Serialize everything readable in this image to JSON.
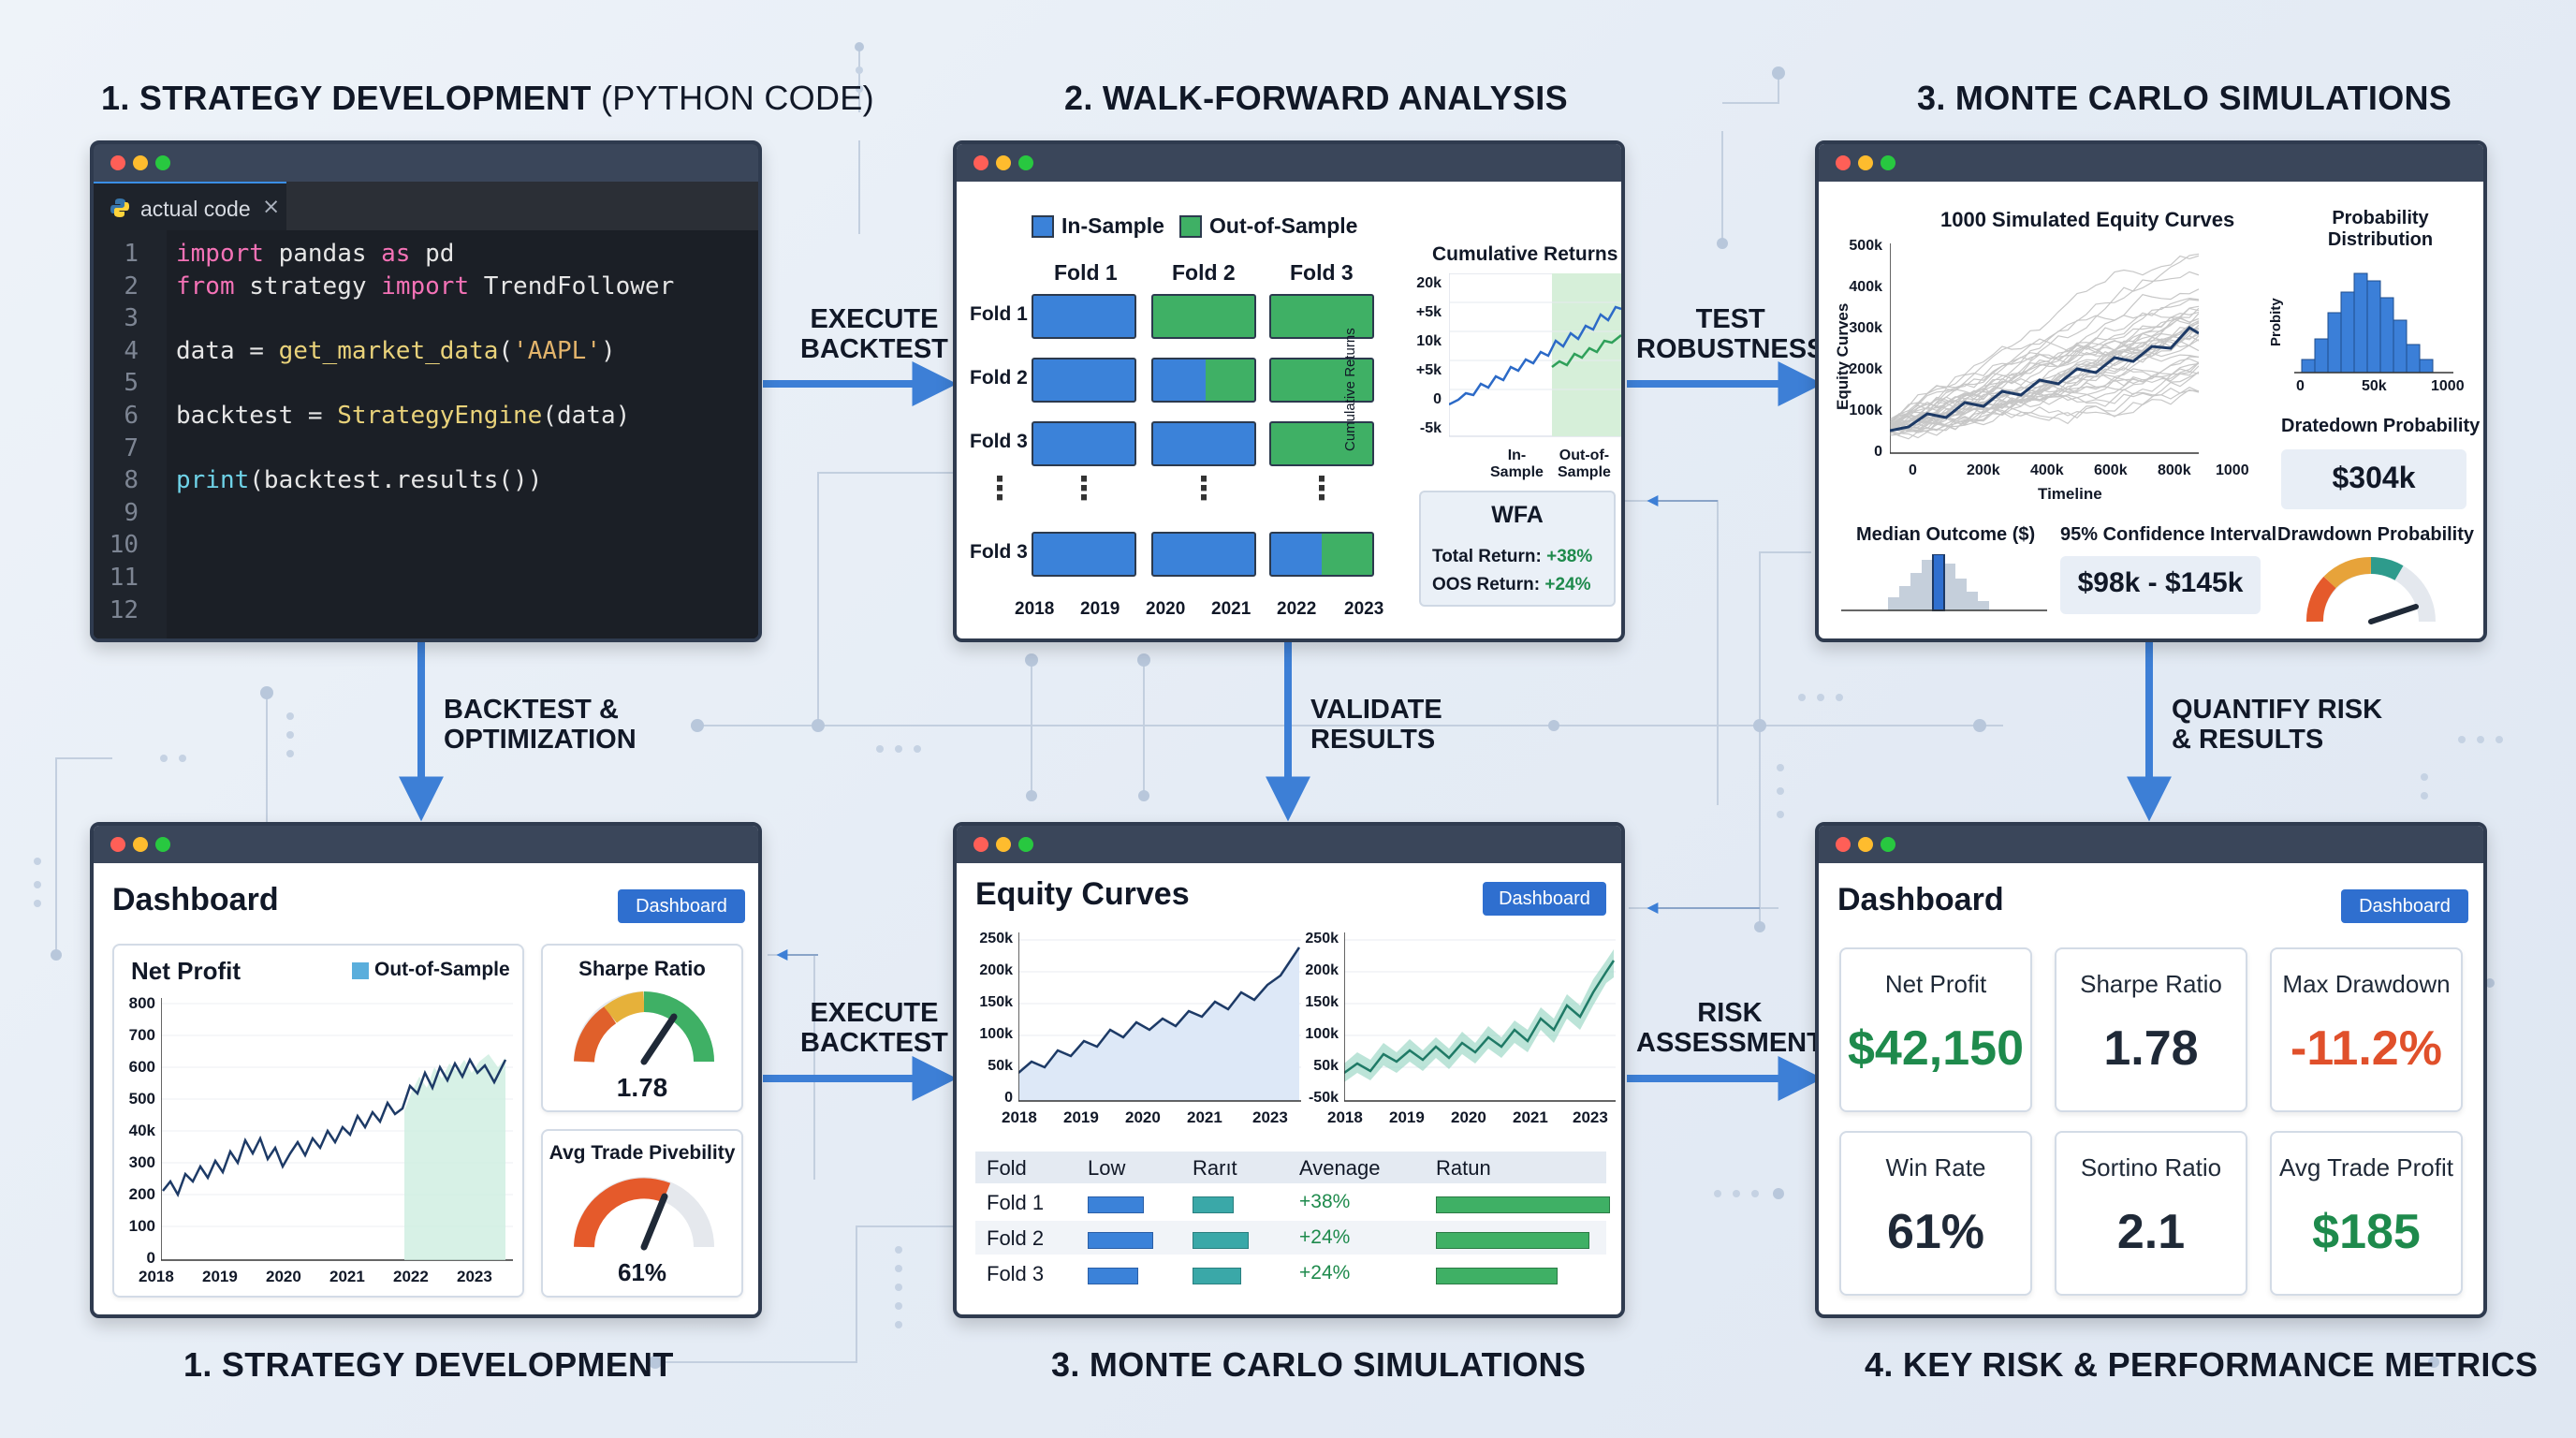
{
  "titles": {
    "s1_bold": "1. STRATEGY DEVELOPMENT",
    "s1_light": "(PYTHON CODE)",
    "s2": "2. WALK-FORWARD ANALYSIS",
    "s3": "3. MONTE CARLO SIMULATIONS",
    "b1": "1. STRATEGY DEVELOPMENT",
    "b2": "3. MONTE CARLO SIMULATIONS",
    "b3": "4. KEY RISK & PERFORMANCE METRICS"
  },
  "arrows": {
    "a1": [
      "EXECUTE",
      "BACKTEST"
    ],
    "a2": [
      "TEST",
      "ROBUSTNESS"
    ],
    "a3": [
      "BACKTEST &",
      "OPTIMIZATION"
    ],
    "a4": [
      "VALIDATE",
      "RESULTS"
    ],
    "a5": [
      "QUANTIFY RISK",
      "& RESULTS"
    ],
    "a6": [
      "EXECUTE",
      "BACKTEST"
    ],
    "a7": [
      "RISK",
      "ASSESSMENT"
    ]
  },
  "code": {
    "tab": "actual code",
    "tab_close": "×",
    "line_numbers": [
      "1",
      "2",
      "3",
      "4",
      "5",
      "6",
      "7",
      "8",
      "9",
      "10",
      "11",
      "12"
    ],
    "tokens": {
      "l1": [
        "import",
        " pandas ",
        "as",
        " pd"
      ],
      "l2": [
        "from",
        " strategy ",
        "import",
        " TrendFollower"
      ],
      "l4": [
        "data = ",
        "get_market_data",
        "(",
        "'AAPL'",
        ")"
      ],
      "l6": [
        "backtest = ",
        "StrategyEngine",
        "(data)"
      ],
      "l8": [
        "print",
        "(backtest.results())"
      ]
    }
  },
  "wfa": {
    "legend_in": "In-Sample",
    "legend_oos": "Out-of-Sample",
    "fold_headers": [
      "Fold 1",
      "Fold 2",
      "Fold 3"
    ],
    "row_labels": [
      "Fold 1",
      "Fold 2",
      "Fold 3",
      "Fold 3"
    ],
    "dots": "⋮",
    "years": [
      "2018",
      "2019",
      "2020",
      "2021",
      "2022",
      "2023"
    ],
    "cum_title": "Cumulative Returns",
    "cum_ylabel": "Cumulative Returns",
    "cum_yticks": [
      "20k",
      "+5k",
      "10k",
      "+5k",
      "0",
      "-5k"
    ],
    "cum_xl1": [
      "In-",
      "Sample"
    ],
    "cum_xl2": [
      "Out-of-",
      "Sample"
    ],
    "box_title": "WFA",
    "total_label": "Total Return:",
    "total_value": "+38%",
    "oos_label": "OOS Return:",
    "oos_value": "+24%"
  },
  "mc": {
    "title": "1000 Simulated Equity Curves",
    "ylabel": "Equity Curves",
    "yticks": [
      "500k",
      "400k",
      "300k",
      "200k",
      "100k",
      "0"
    ],
    "xticks": [
      "0",
      "200k",
      "400k",
      "600k",
      "800k",
      "1000"
    ],
    "xlabel": "Timeline",
    "prob_title": [
      "Probability",
      "Distribution"
    ],
    "prob_ylabel": "Probity",
    "prob_xticks": [
      "0",
      "50k",
      "1000"
    ],
    "dd_title": "Dratedown Probability",
    "dd_value": "$304k",
    "median_title": "Median Outcome ($)",
    "ci_title": "95% Confidence Interval",
    "ci_value": "$98k - $145k",
    "dd2_title": "Drawdown Probability"
  },
  "dash1": {
    "title": "Dashboard",
    "badge": "Dashboard",
    "np_title": "Net Profit",
    "np_legend": "Out-of-Sample",
    "np_yticks": [
      "800",
      "700",
      "600",
      "500",
      "40k",
      "300",
      "200",
      "100",
      "0"
    ],
    "np_xticks": [
      "2018",
      "2019",
      "2020",
      "2021",
      "2022",
      "2023"
    ],
    "sharpe_title": "Sharpe Ratio",
    "sharpe_value": "1.78",
    "avg_title": "Avg Trade Pivebility",
    "avg_value": "61%"
  },
  "equity": {
    "title": "Equity Curves",
    "badge": "Dashboard",
    "yticks1": [
      "250k",
      "200k",
      "150k",
      "100k",
      "50k",
      "0"
    ],
    "yticks2": [
      "250k",
      "200k",
      "150k",
      "100k",
      "50k",
      "-50k"
    ],
    "xticks": [
      "2018",
      "2019",
      "2020",
      "2021",
      "2023"
    ],
    "table_headers": [
      "Fold",
      "Low",
      "Rarıt",
      "Avenage",
      "Ratun"
    ],
    "rows": [
      {
        "fold": "Fold 1",
        "avg": "+38%"
      },
      {
        "fold": "Fold 2",
        "avg": "+24%"
      },
      {
        "fold": "Fold 3",
        "avg": "+24%"
      }
    ]
  },
  "dash2": {
    "title": "Dashboard",
    "badge": "Dashboard",
    "metrics": [
      {
        "label": "Net Profit",
        "value": "$42,150"
      },
      {
        "label": "Sharpe Ratio",
        "value": "1.78"
      },
      {
        "label": "Max Drawdown",
        "value": "-11.2%"
      },
      {
        "label": "Win Rate",
        "value": "61%"
      },
      {
        "label": "Sortino Ratio",
        "value": "2.1"
      },
      {
        "label": "Avg Trade Profit",
        "value": "$185"
      }
    ]
  },
  "colors": {
    "accent_arrow": "#3d7fd6",
    "in_sample": "#3b82d9",
    "out_sample": "#3fb065",
    "green_value": "#1e8a4c",
    "red_value": "#e0502b",
    "dark_value": "#1f2937"
  }
}
